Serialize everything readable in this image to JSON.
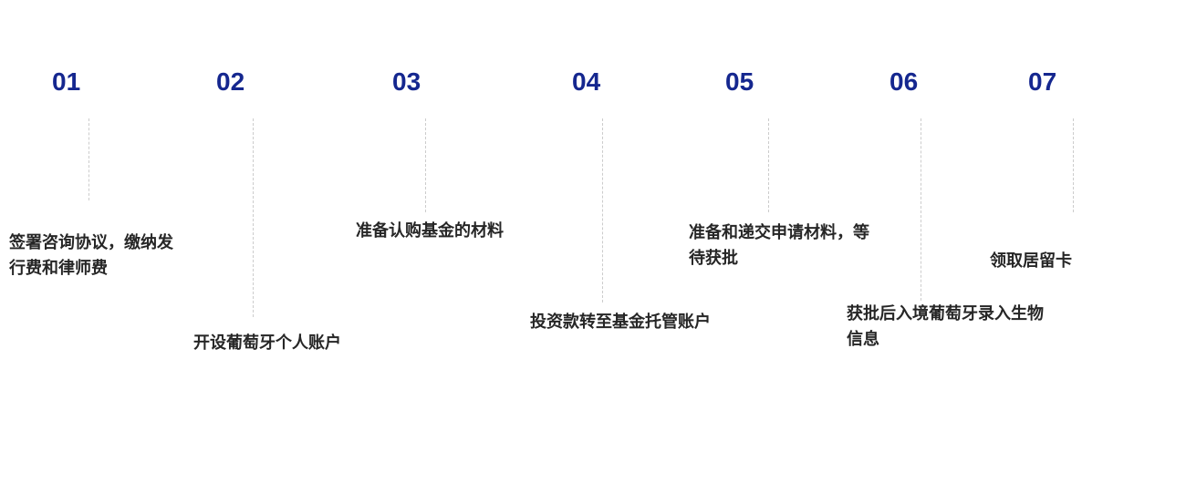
{
  "diagram": {
    "type": "process-flow",
    "colors": {
      "chevron_gradient_start": "#6078e0",
      "chevron_gradient_end": "#2440b2",
      "step_number": "#15278f",
      "label_text": "#262626",
      "connector_line": "#cccccc",
      "background": "#ffffff"
    },
    "steps": [
      {
        "number": "01",
        "label": "签署咨询协议，缴纳发\n行费和律师费"
      },
      {
        "number": "02",
        "label": "开设葡萄牙个人账户"
      },
      {
        "number": "03",
        "label": "准备认购基金的材料"
      },
      {
        "number": "04",
        "label": "投资款转至基金托管账户"
      },
      {
        "number": "05",
        "label": "准备和递交申请材料，等\n待获批"
      },
      {
        "number": "06",
        "label": "获批后入境葡萄牙录入生物\n信息"
      },
      {
        "number": "07",
        "label": "领取居留卡"
      }
    ]
  }
}
